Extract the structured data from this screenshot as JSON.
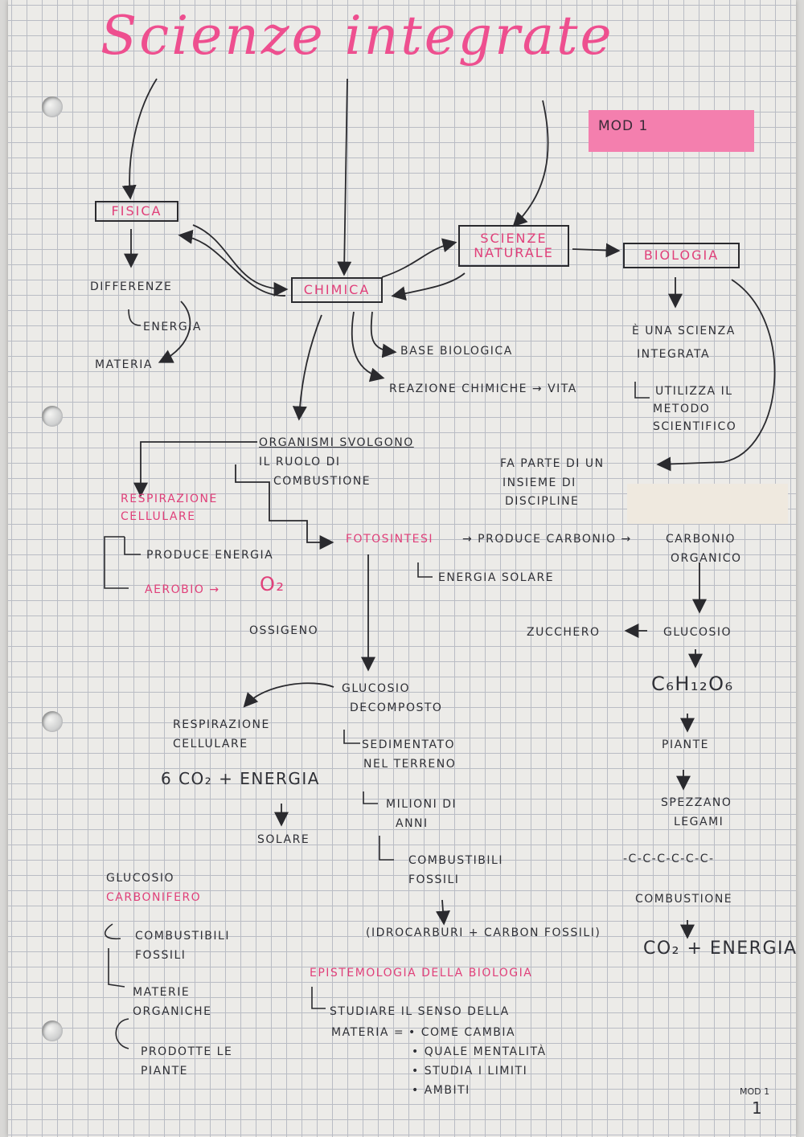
{
  "title": "Scienze integrate",
  "mod_badge": "MOD 1",
  "boxes": {
    "fisica": "FISICA",
    "chimica": "CHIMICA",
    "scienze_naturale": [
      "SCIENZE",
      "NATURALE"
    ],
    "biologia": "BIOLOGIA"
  },
  "fisica_branch": {
    "differenze": "DIFFERENZE",
    "energia": "ENERGIA",
    "materia": "MATERIA"
  },
  "chimica_branch": {
    "base_biologica": "BASE BIOLOGICA",
    "reazione": "REAZIONE CHIMICHE → VITA"
  },
  "biologia_branch": {
    "e_una": "È UNA SCIENZA",
    "integrata": "INTEGRATA",
    "utilizza": [
      "UTILIZZA IL",
      "METODO",
      "SCIENTIFICO"
    ],
    "fa_parte": [
      "FA PARTE DI UN",
      "INSIEME DI",
      "DISCIPLINE"
    ]
  },
  "organismi": [
    "ORGANISMI SVOLGONO",
    "IL RUOLO DI",
    "COMBUSTIONE"
  ],
  "respirazione": {
    "title": [
      "RESPIRAZIONE",
      "CELLULARE"
    ],
    "produce": "PRODUCE ENERGIA",
    "aerobio": "AEROBIO →",
    "o2": "O₂",
    "ossigeno": "OSSIGENO"
  },
  "fotosintesi": {
    "title": "FOTOSINTESI",
    "produce": "→ PRODUCE CARBONIO →",
    "carbonio_organico": [
      "CARBONIO",
      "ORGANICO"
    ],
    "energia_solare": "ENERGIA SOLARE"
  },
  "zucchero_chain": {
    "zucchero": "ZUCCHERO",
    "glucosio": "GLUCOSIO",
    "formula": "C₆H₁₂O₆",
    "piante": "PIANTE",
    "spezzano": [
      "SPEZZANO",
      "LEGAMI"
    ],
    "chain": "-C-C-C-C-C-C-",
    "combustione": "COMBUSTIONE",
    "co2": "CO₂ + ENERGIA"
  },
  "glucosio_decomposto": {
    "title": [
      "GLUCOSIO",
      "DECOMPOSTO"
    ],
    "sedimentato": [
      "SEDIMENTATO",
      "NEL TERRENO"
    ],
    "milioni": [
      "MILIONI DI",
      "ANNI"
    ],
    "combustibili": [
      "COMBUSTIBILI",
      "FOSSILI"
    ],
    "idrocarburi": "(IDROCARBURI + CARBON FOSSILI)"
  },
  "resp_cellulare_2": {
    "title": [
      "RESPIRAZIONE",
      "CELLULARE"
    ],
    "formula": "6 CO₂ + ENERGIA",
    "solare": "SOLARE"
  },
  "carbonifero": {
    "glucosio": "GLUCOSIO",
    "carbonifero": "CARBONIFERO",
    "combustibili": [
      "COMBUSTIBILI",
      "FOSSILI"
    ],
    "materie": [
      "MATERIE",
      "ORGANICHE"
    ],
    "prodotte": [
      "PRODOTTE LE",
      "PIANTE"
    ]
  },
  "epistemologia": {
    "title": "EPISTEMOLOGIA DELLA BIOLOGIA",
    "studiare": "STUDIARE IL SENSO DELLA",
    "materia": "MATERIA =",
    "bullets": [
      "• COME CAMBIA",
      "• QUALE MENTALITÀ",
      "• STUDIA I LIMITI",
      "• AMBITI"
    ]
  },
  "footer": {
    "mod": "MOD 1",
    "page": "1"
  },
  "colors": {
    "accent": "#e0407a",
    "ink": "#2f3036",
    "highlighter": "#f47fae",
    "grid": "#b9bcc4"
  }
}
